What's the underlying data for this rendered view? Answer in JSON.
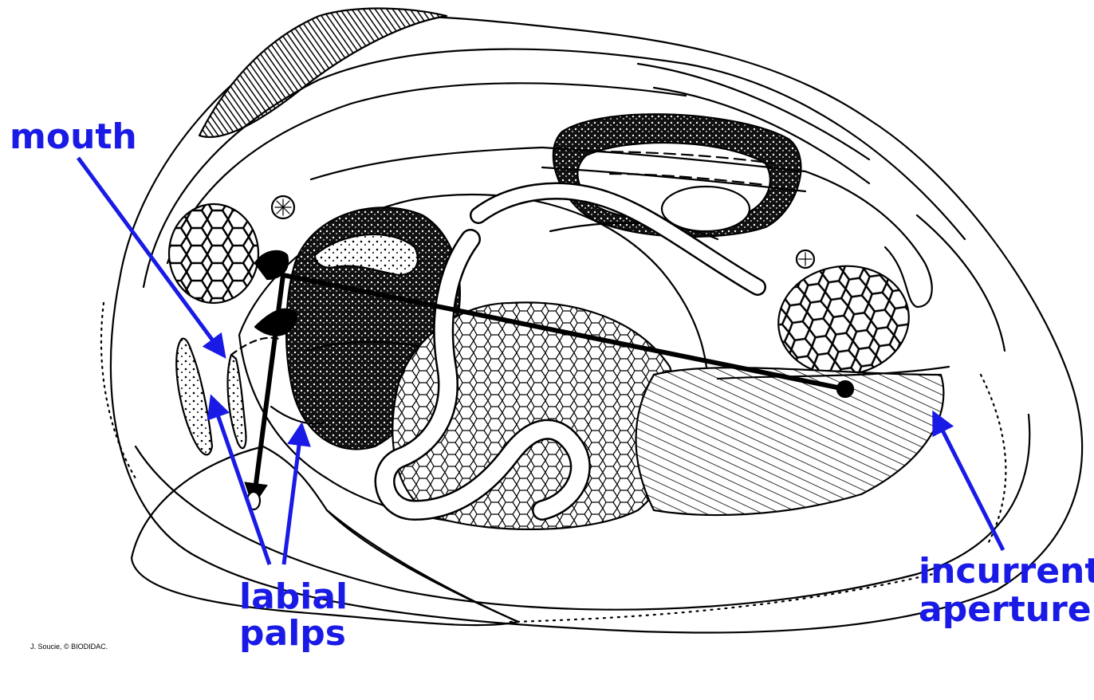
{
  "labels": {
    "mouth": "mouth",
    "labial_palps_line1": "labial",
    "labial_palps_line2": "palps",
    "incurrent_line1": "incurrent",
    "incurrent_line2": "aperture"
  },
  "credit": "J. Soucie, © BIODIDAC.",
  "colors": {
    "label_blue": "#1a1ae6",
    "ink": "#000000",
    "paper": "#ffffff"
  }
}
